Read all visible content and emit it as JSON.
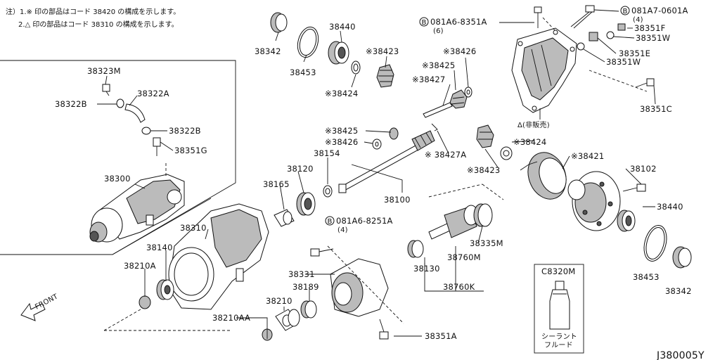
{
  "notes": [
    "注）1.※ 印の部品はコード 38420 の構成を示します。",
    "2.△ 印の部品はコード 38310 の構成を示します。"
  ],
  "labels": {
    "p38342a": "38342",
    "p38453a": "38453",
    "p38440a": "38440",
    "p38423a": "※38423",
    "p38424a": "※38424",
    "p38426a": "※38426",
    "p38425a": "※38425",
    "p38427a": "※38427",
    "bolt_a_code": "081A6-8351A",
    "bolt_a_qty": "(6)",
    "bolt_b_code": "081A7-0601A",
    "bolt_b_qty": "(4)",
    "p38351f": "38351F",
    "p38351w1": "38351W",
    "p38351e": "38351E",
    "p38351w2": "38351W",
    "p38351c": "38351C",
    "cover_note": "Δ(非販売)",
    "p38323m": "38323M",
    "p38322a": "38322A",
    "p38322b1": "38322B",
    "p38322b2": "38322B",
    "p38351g": "38351G",
    "p38300": "38300",
    "p38425b": "※38425",
    "p38426b": "※38426",
    "p38154": "38154",
    "p38427A": "※ 38427A",
    "p38424b": "※38424",
    "p38423b": "※38423",
    "p38421": "※38421",
    "p38102": "38102",
    "p38120": "38120",
    "p38165": "38165",
    "p38100": "38100",
    "p38440b": "38440",
    "bolt_c_code": "081A6-8251A",
    "bolt_c_qty": "(4)",
    "p38310": "38310",
    "p38140": "38140",
    "p38210A": "38210A",
    "p38331": "38331",
    "p38189": "38189",
    "p38210": "38210",
    "p38210AA": "38210AA",
    "p38351A": "38351A",
    "p38130": "38130",
    "p38335M": "38335M",
    "p38760M": "38760M",
    "p38760K": "38760K",
    "p38453b": "38453",
    "p38342b": "38342",
    "sealant_code": "C8320M",
    "sealant_name_1": "シーラント",
    "sealant_name_2": "フルード",
    "front": "FRONT",
    "diagram_id": "J380005Y"
  },
  "circled_letter": "B",
  "icons": [
    "bolt-icon",
    "front-arrow-icon",
    "sealant-tube-icon"
  ]
}
